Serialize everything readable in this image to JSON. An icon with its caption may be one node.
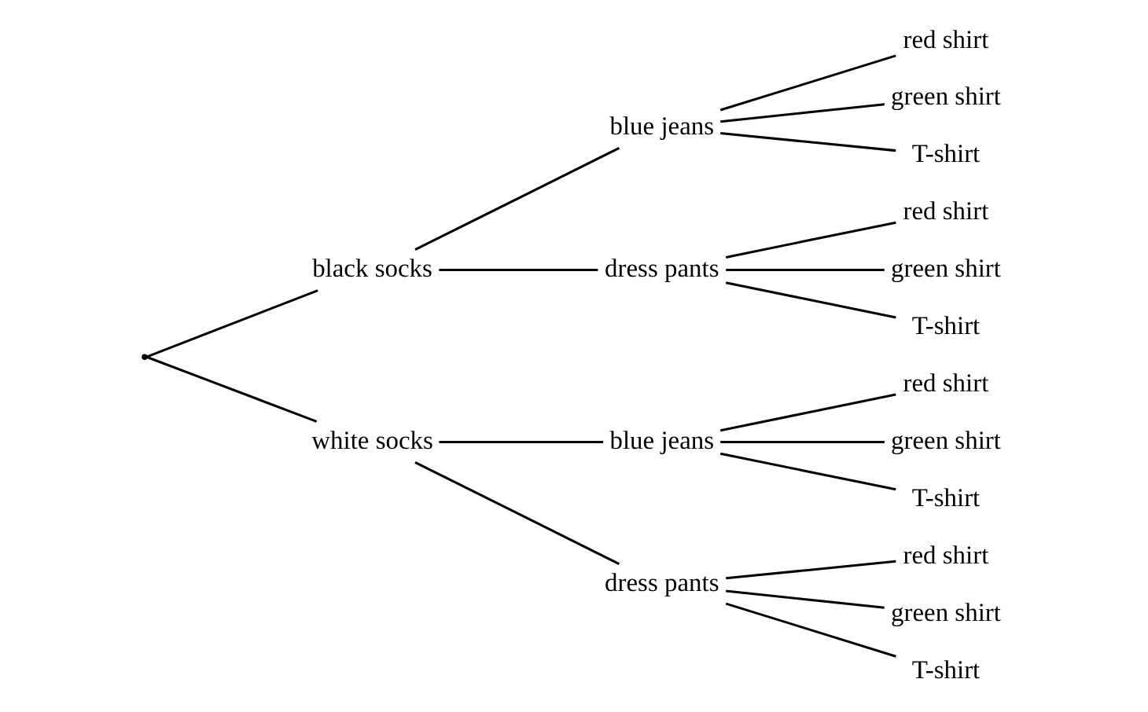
{
  "diagram": {
    "nodes": [
      {
        "text": [],
        "shape": "point"
      },
      {
        "text": [
          "black socks"
        ]
      },
      {
        "text": [
          "blue jeans"
        ]
      },
      {
        "text": [
          "red shirt"
        ]
      },
      {
        "text": [
          "green shirt"
        ]
      },
      {
        "text": [
          "T-shirt"
        ]
      },
      {
        "text": [
          "dress pants"
        ]
      },
      {
        "text": [
          "red shirt"
        ]
      },
      {
        "text": [
          "green shirt"
        ]
      },
      {
        "text": [
          "T-shirt"
        ]
      },
      {
        "text": [
          "white socks"
        ]
      },
      {
        "text": [
          "blue jeans"
        ]
      },
      {
        "text": [
          "red shirt"
        ]
      },
      {
        "text": [
          "green shirt"
        ]
      },
      {
        "text": [
          "T-shirt"
        ]
      },
      {
        "text": [
          "dress pants"
        ]
      },
      {
        "text": [
          "red shirt"
        ]
      },
      {
        "text": [
          "green shirt"
        ]
      },
      {
        "text": [
          "T-shirt"
        ]
      }
    ],
    "edges": [
      {
        "from": 0,
        "to": 1,
        "arrow": "none"
      },
      {
        "from": 1,
        "to": 2,
        "arrow": "none"
      },
      {
        "from": 2,
        "to": 3,
        "arrow": "none"
      },
      {
        "from": 2,
        "to": 4,
        "arrow": "none"
      },
      {
        "from": 2,
        "to": 5,
        "arrow": "none"
      },
      {
        "from": 1,
        "to": 6,
        "arrow": "none"
      },
      {
        "from": 6,
        "to": 7,
        "arrow": "none"
      },
      {
        "from": 6,
        "to": 8,
        "arrow": "none"
      },
      {
        "from": 6,
        "to": 9,
        "arrow": "none"
      },
      {
        "from": 0,
        "to": 10,
        "arrow": "none"
      },
      {
        "from": 10,
        "to": 11,
        "arrow": "none"
      },
      {
        "from": 11,
        "to": 12,
        "arrow": "none"
      },
      {
        "from": 11,
        "to": 13,
        "arrow": "none"
      },
      {
        "from": 11,
        "to": 14,
        "arrow": "none"
      },
      {
        "from": 10,
        "to": 15,
        "arrow": "none"
      },
      {
        "from": 15,
        "to": 16,
        "arrow": "none"
      },
      {
        "from": 15,
        "to": 17,
        "arrow": "none"
      },
      {
        "from": 15,
        "to": 18,
        "arrow": "none"
      }
    ]
  }
}
